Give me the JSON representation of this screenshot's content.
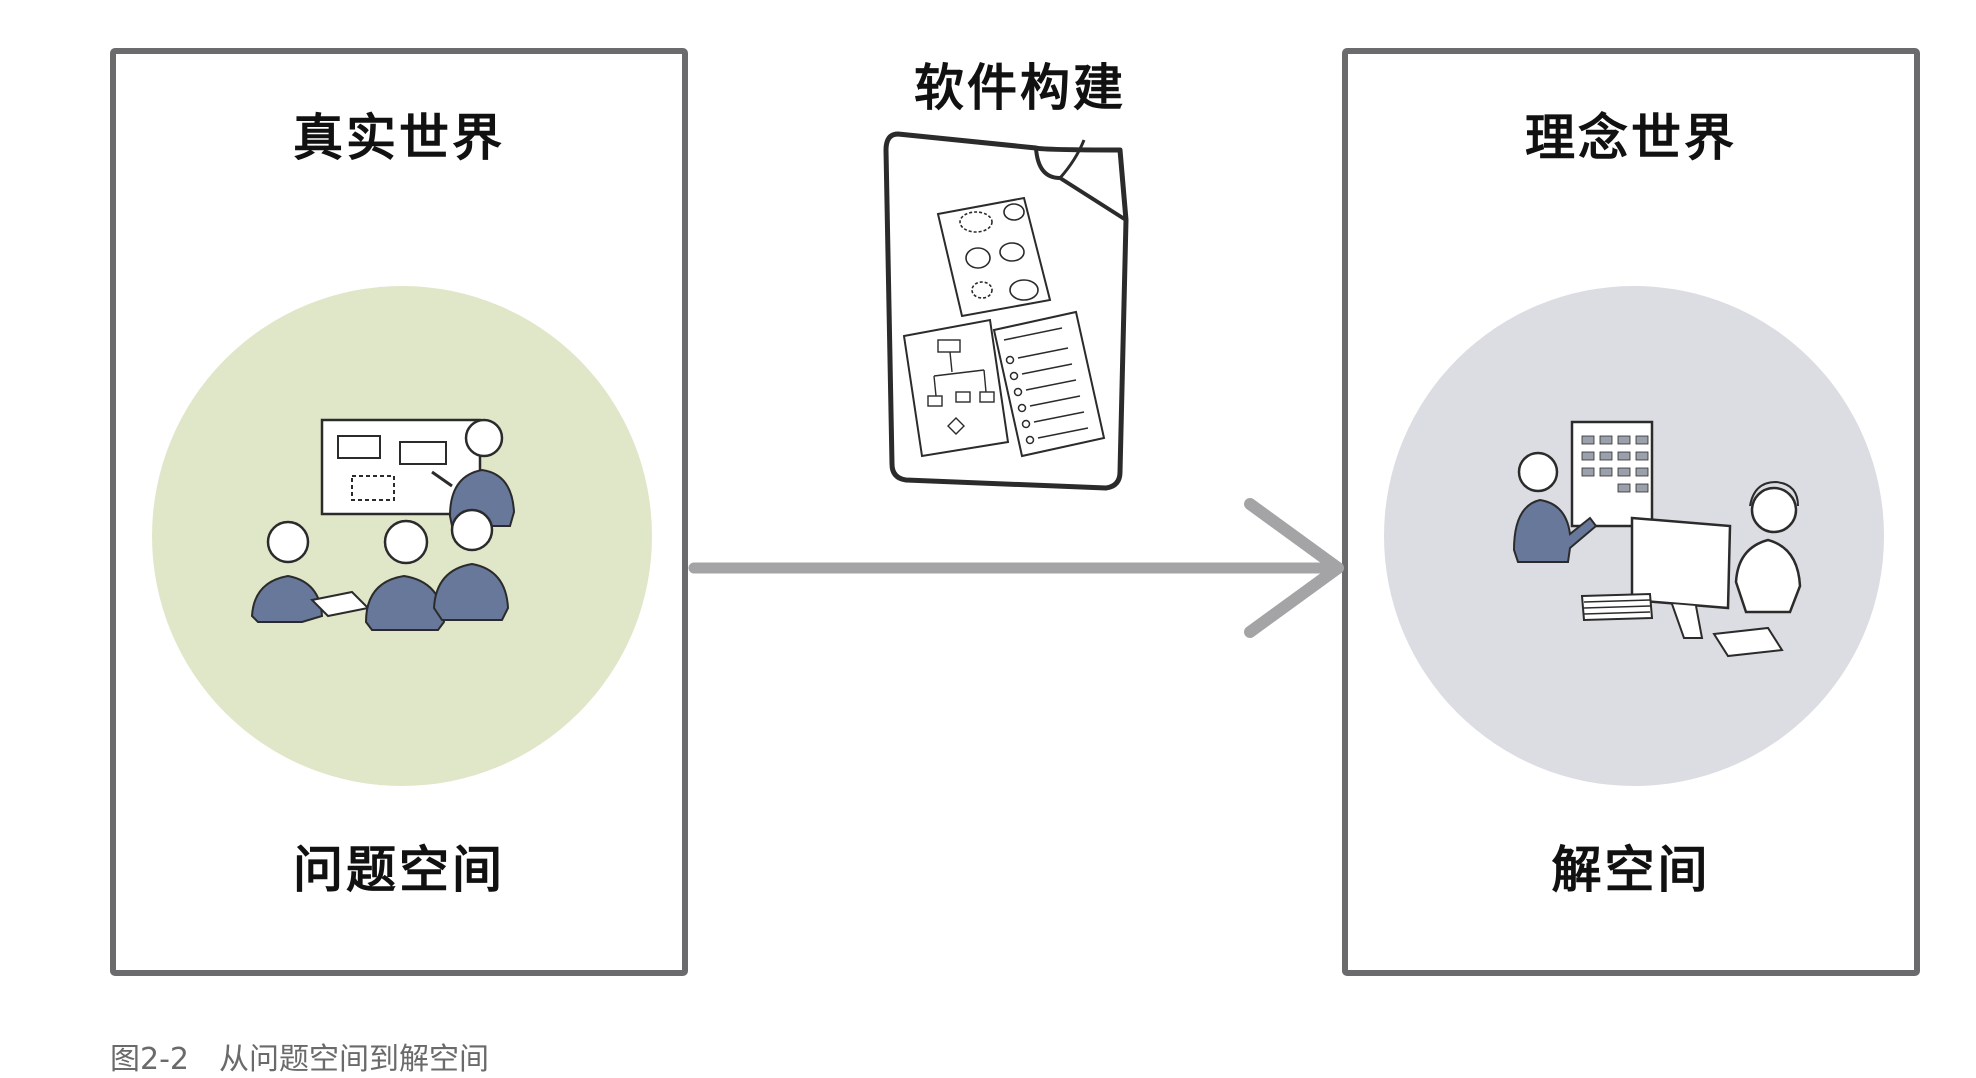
{
  "colors": {
    "border": "#6b6b6d",
    "problem_circle": "#e0e6c8",
    "solution_circle": "#dcdde2",
    "arrow": "#a4a4a6",
    "person": "#67789a"
  },
  "left_panel": {
    "title": "真实世界",
    "label": "问题空间"
  },
  "right_panel": {
    "title": "理念世界",
    "label": "解空间"
  },
  "center": {
    "title": "软件构建"
  },
  "caption": "图2-2　从问题空间到解空间",
  "icons": [
    "meeting-illustration",
    "document-sheets-illustration",
    "arrow-right-icon",
    "developer-illustration"
  ]
}
